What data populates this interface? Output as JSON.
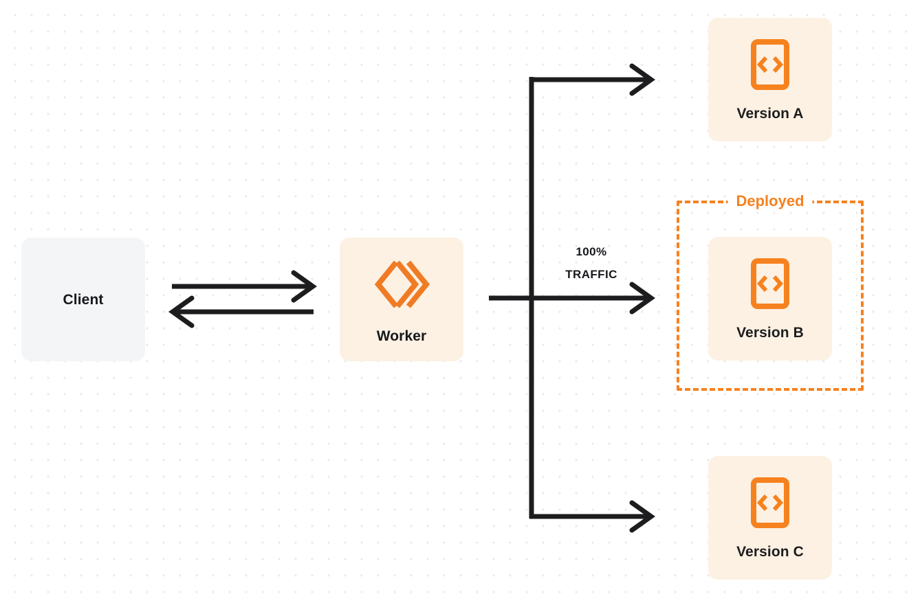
{
  "diagram": {
    "title": "Worker traffic routing to versions",
    "background": {
      "color": "#ffffff",
      "dot_color": "#e9e9ec",
      "dot_spacing": 24
    },
    "colors": {
      "accent_orange": "#f6821f",
      "node_fill_orange": "#fdf1e3",
      "node_fill_grey": "#f4f5f6",
      "edge_dark": "#1d1d1f",
      "text_dark": "#16181c"
    },
    "nodes": {
      "client": {
        "label": "Client",
        "fill": "#f4f5f6"
      },
      "worker": {
        "label": "Worker",
        "icon": "cloudflare-workers-logo",
        "fill": "#fdf1e3"
      },
      "version_a": {
        "label": "Version A",
        "icon": "code-file-icon",
        "fill": "#fdf1e3"
      },
      "version_b": {
        "label": "Version B",
        "icon": "code-file-icon",
        "fill": "#fdf1e3"
      },
      "version_c": {
        "label": "Version C",
        "icon": "code-file-icon",
        "fill": "#fdf1e3"
      }
    },
    "groups": {
      "deployed": {
        "label": "Deployed",
        "border_style": "dashed",
        "border_color": "#f6821f",
        "contains": [
          "Version B"
        ]
      }
    },
    "edges": {
      "client_to_worker": {
        "label": "",
        "direction": "right"
      },
      "worker_to_client": {
        "label": "",
        "direction": "left"
      },
      "worker_to_versions": {
        "label_line1": "100%",
        "label_line2": "TRAFFIC",
        "targets": [
          "Version A",
          "Version B",
          "Version C"
        ]
      }
    }
  }
}
